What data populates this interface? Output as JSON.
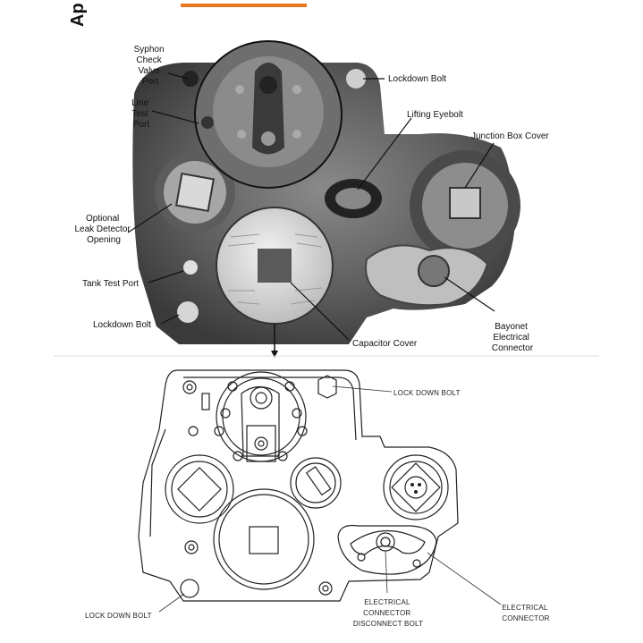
{
  "header": {
    "title_fragment": "Ap",
    "accent_color": "#e87722"
  },
  "photo": {
    "labels": {
      "syphon": [
        "Syphon",
        "Check",
        "Valve",
        "Port"
      ],
      "line_test": [
        "Line",
        "Test",
        "Port"
      ],
      "lockdown_top": "Lockdown Bolt",
      "lifting": "Lifting Eyebolt",
      "junction": "Junction Box Cover",
      "leak": [
        "Optional",
        "Leak Detector",
        "Opening"
      ],
      "tank_test": "Tank Test Port",
      "lockdown_bottom": "Lockdown Bolt",
      "capacitor": "Capacitor Cover",
      "bayonet": [
        "Bayonet",
        "Electrical",
        "Connector"
      ]
    }
  },
  "drawing": {
    "labels": {
      "lock_top": "LOCK DOWN BOLT",
      "lock_bottom": "LOCK DOWN BOLT",
      "disconnect": [
        "ELECTRICAL",
        "CONNECTOR",
        "DISCONNECT BOLT"
      ],
      "connector": [
        "ELECTRICAL",
        "CONNECTOR"
      ]
    }
  }
}
